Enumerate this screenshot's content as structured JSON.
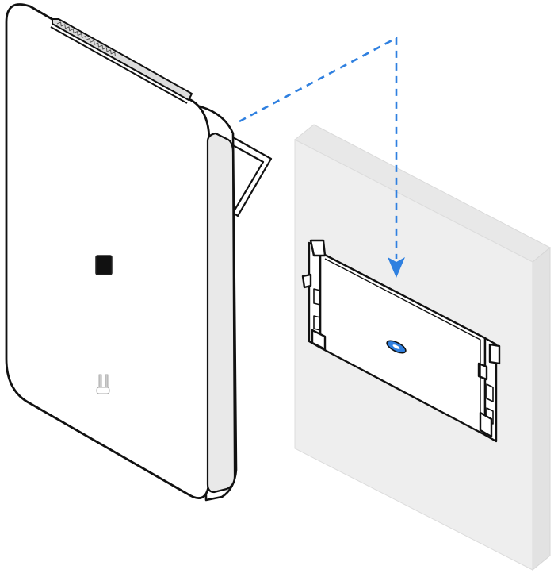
{
  "illustration": {
    "subject": "wall-mount-installation",
    "device": {
      "logo_glyph": "U",
      "status_led": "front-led-square"
    },
    "bracket": {
      "indicator": "blue-led-slot"
    },
    "guide": {
      "style": "dashed",
      "arrow": "down-arrow"
    },
    "colors": {
      "guide": "#2f80e0",
      "wall_front": "#eeeeee",
      "wall_side": "#e2e2e2",
      "wall_top": "#e8e8e8",
      "device_body": "#ffffff",
      "device_outline": "#111111",
      "bracket_indicator": "#2f7fdf"
    }
  }
}
